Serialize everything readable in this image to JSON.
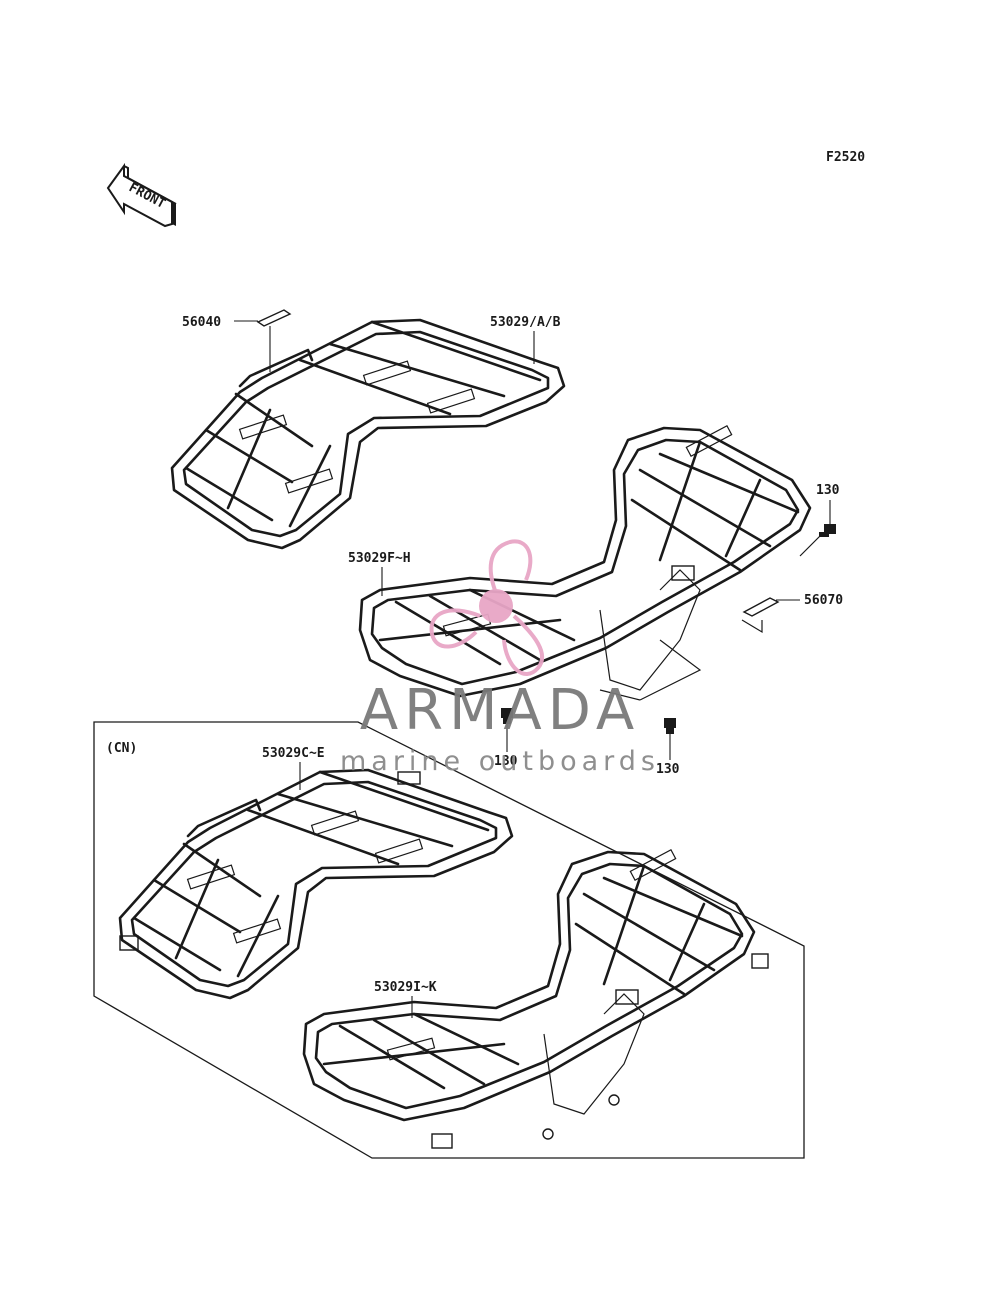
{
  "diagram": {
    "code": "F2520",
    "front_label": "FRONT",
    "parts": {
      "decal_front": "56040",
      "front_carrier": "53029/A/B",
      "rear_carrier": "53029F~H",
      "bolt_a": "130",
      "decal_rear": "56070",
      "bolt_b": "130",
      "bolt_c": "130"
    },
    "cn_section": {
      "label": "(CN)",
      "front_carrier": "53029C~E",
      "rear_carrier": "53029I~K"
    }
  },
  "watermark": {
    "brand": "ARMADA",
    "tagline": "marine outboards",
    "accent_color": "#e8a6c6"
  }
}
